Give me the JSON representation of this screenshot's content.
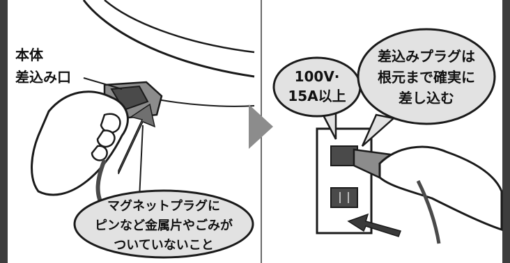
{
  "left_panel": {
    "body_label_line1": "本体",
    "body_label_line2": "差込み口",
    "bubble_line1": "マグネットプラグに",
    "bubble_line2": "ピンなど金属片やごみが",
    "bubble_line3": "ついていないこと"
  },
  "right_panel": {
    "voltage_line1": "100V·",
    "voltage_line2": "15A以上",
    "plug_line1": "差込みプラグは",
    "plug_line2": "根元まで確実に",
    "plug_line3": "差し込む"
  },
  "colors": {
    "ink": "#1a1a1a",
    "gray_fill": "#8c8c8c",
    "dark_fill": "#4a4a4a",
    "bubble_fill": "#e2e2e2",
    "arrow_fill": "#707070"
  }
}
